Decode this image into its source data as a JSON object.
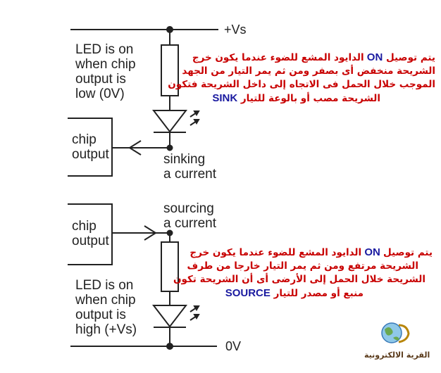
{
  "rails": {
    "vs": "+Vs",
    "gnd": "0V"
  },
  "top": {
    "led_note": [
      "LED is on",
      "when chip",
      "output is",
      "low (0V)"
    ],
    "chip_box": [
      "chip",
      "output"
    ],
    "current_label": [
      "sinking",
      "a current"
    ],
    "arabic_lines": [
      "يتم توصيل ON الدايود المشع للضوء عندما يكون خرج",
      "الشريحة منخفض أى بصفر ومن ثم يمر التيار من الجهد",
      "الموجب خلال الحمل فى الاتجاه إلى داخل الشريحة فتكون",
      "الشريحة مصب أو بالوعة للتيار SINK"
    ]
  },
  "bottom": {
    "led_note": [
      "LED is on",
      "when chip",
      "output is",
      "high (+Vs)"
    ],
    "chip_box": [
      "chip",
      "output"
    ],
    "current_label": [
      "sourcing",
      "a current"
    ],
    "arabic_lines": [
      "يتم توصيلON الدايود المشع للضوء عندما يكون خرج",
      "الشريحة مرتفع ومن ثم يمر التيار خارجا من طرف",
      "الشريحة خلال الحمل إلى الأرضى أى أن الشريحة تكون",
      "منبع أو مصدر للتيار SOURCE"
    ]
  },
  "logo": {
    "text": "القرية الالكترونية"
  },
  "colors": {
    "arabic": "#c80000",
    "keyword": "#1a1aa0",
    "wire": "#222222"
  }
}
